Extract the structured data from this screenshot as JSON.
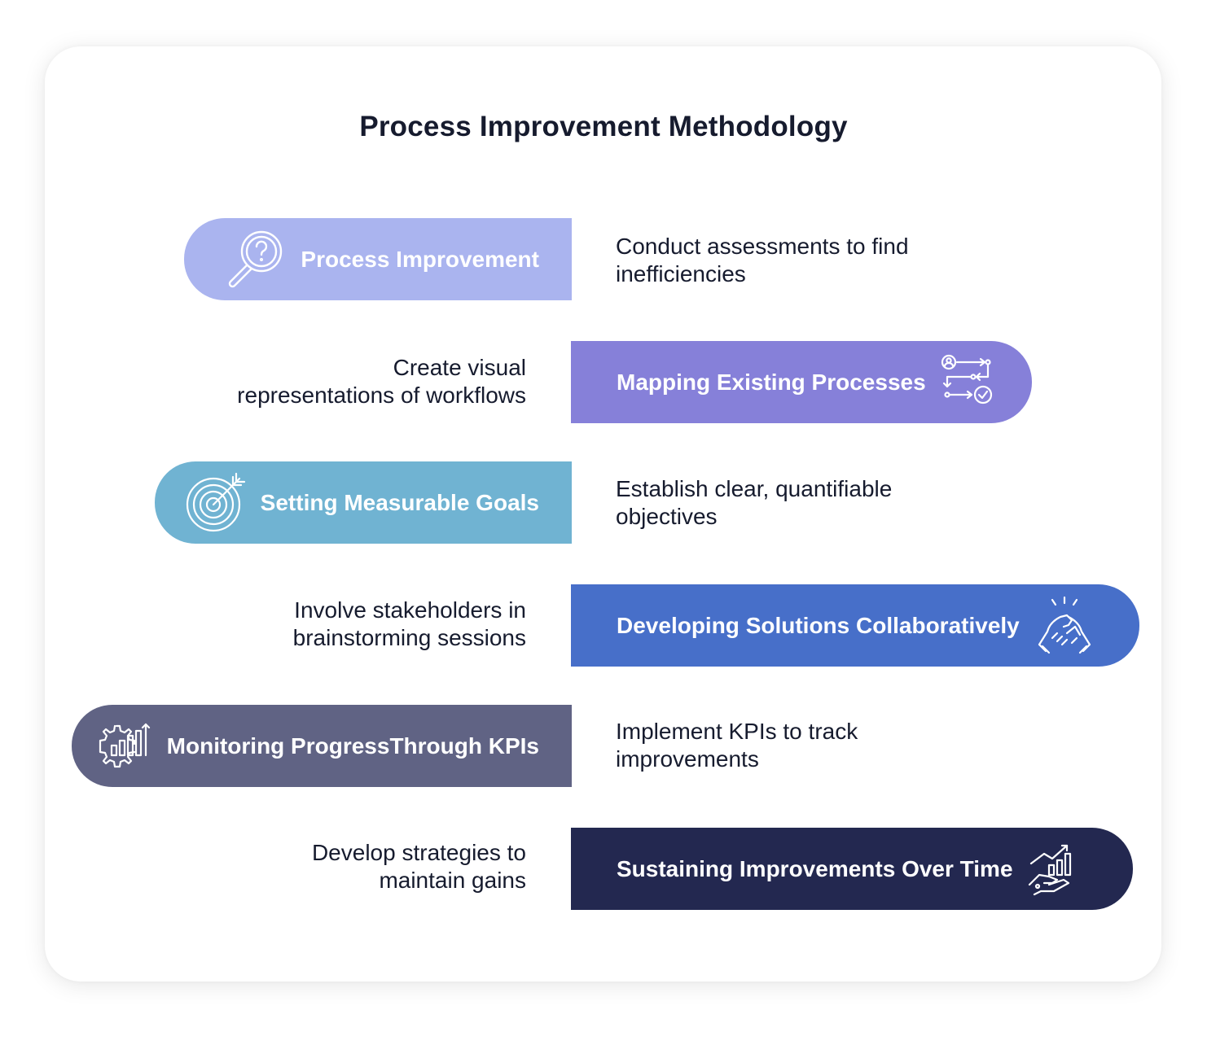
{
  "title": "Process Improvement Methodology",
  "steps": [
    {
      "label": "Process Improvement",
      "description_line1": "Conduct assessments to find",
      "description_line2": "inefficiencies",
      "color": "#aab4ef",
      "icon": "magnifier-question-icon"
    },
    {
      "label": "Mapping Existing Processes",
      "description_line1": "Create visual",
      "description_line2": "representations of workflows",
      "color": "#8680d9",
      "icon": "process-flow-icon"
    },
    {
      "label": "Setting Measurable Goals",
      "description_line1": "Establish clear, quantifiable",
      "description_line2": "objectives",
      "color": "#70b3d2",
      "icon": "target-arrow-icon"
    },
    {
      "label": "Developing Solutions Collaboratively",
      "description_line1": "Involve stakeholders in",
      "description_line2": "brainstorming sessions",
      "color": "#476fc9",
      "icon": "handshake-icon"
    },
    {
      "label": "Monitoring ProgressThrough KPIs",
      "description_line1": "Implement KPIs to track",
      "description_line2": "improvements",
      "color": "#606384",
      "icon": "gear-chart-icon"
    },
    {
      "label": "Sustaining Improvements Over Time",
      "description_line1": "Develop strategies to",
      "description_line2": "maintain gains",
      "color": "#232850",
      "icon": "hand-growth-icon"
    }
  ]
}
